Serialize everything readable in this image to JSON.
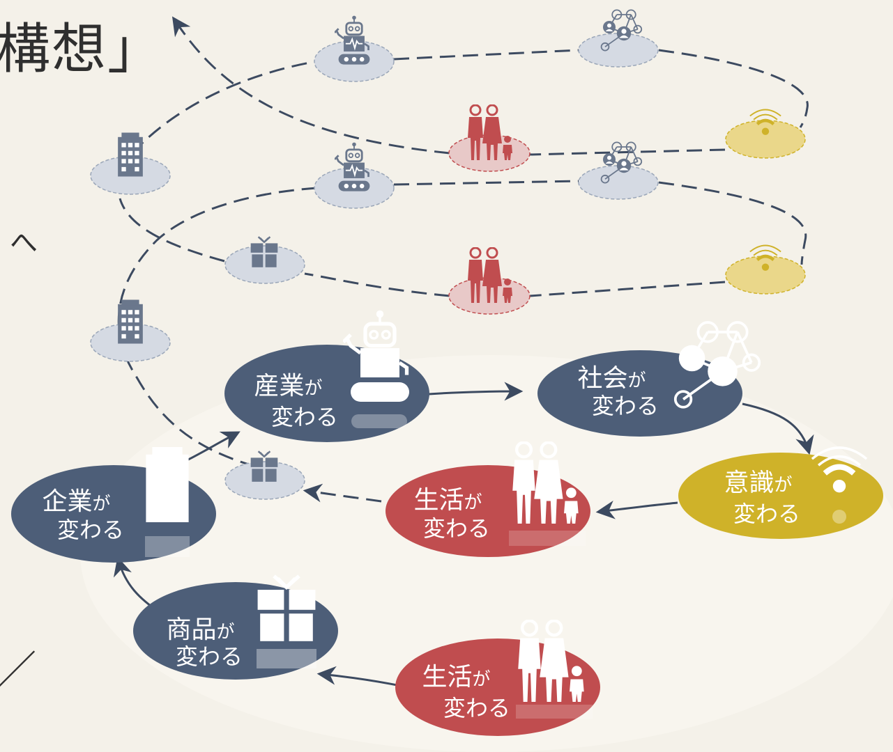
{
  "header": {
    "title_fragment": "構想」",
    "side_fragment_upper": "へ",
    "side_fragment_lower": "／"
  },
  "colors": {
    "navy": "#4d5e78",
    "red": "#c04d4f",
    "gold": "#cfb229",
    "faded_navy": "#d5dae3",
    "faded_red": "#e8c9c8",
    "faded_gold": "#ead78a",
    "dashed_line": "#3c4a60",
    "background": "#f4f1e9"
  },
  "cycle": [
    {
      "id": "life-bottom",
      "line1": "生活",
      "suffix1": "が",
      "line2": "変わる",
      "color": "red",
      "icon": "family-icon"
    },
    {
      "id": "product",
      "line1": "商品",
      "suffix1": "が",
      "line2": "変わる",
      "color": "navy",
      "icon": "gift-box-icon"
    },
    {
      "id": "company",
      "line1": "企業",
      "suffix1": "が",
      "line2": "変わる",
      "color": "navy",
      "icon": "office-building-icon"
    },
    {
      "id": "industry",
      "line1": "産業",
      "suffix1": "が",
      "line2": "変わる",
      "color": "navy",
      "icon": "robot-icon"
    },
    {
      "id": "society",
      "line1": "社会",
      "suffix1": "が",
      "line2": "変わる",
      "color": "navy",
      "icon": "network-icon"
    },
    {
      "id": "awareness",
      "line1": "意識",
      "suffix1": "が",
      "line2": "変わる",
      "color": "gold",
      "icon": "wifi-signal-icon"
    },
    {
      "id": "life-middle",
      "line1": "生活",
      "suffix1": "が",
      "line2": "変わる",
      "color": "red",
      "icon": "family-icon"
    }
  ],
  "faded_icons": [
    "robot-icon",
    "network-icon",
    "office-building-icon",
    "family-icon",
    "wifi-signal-icon",
    "gift-box-icon"
  ]
}
